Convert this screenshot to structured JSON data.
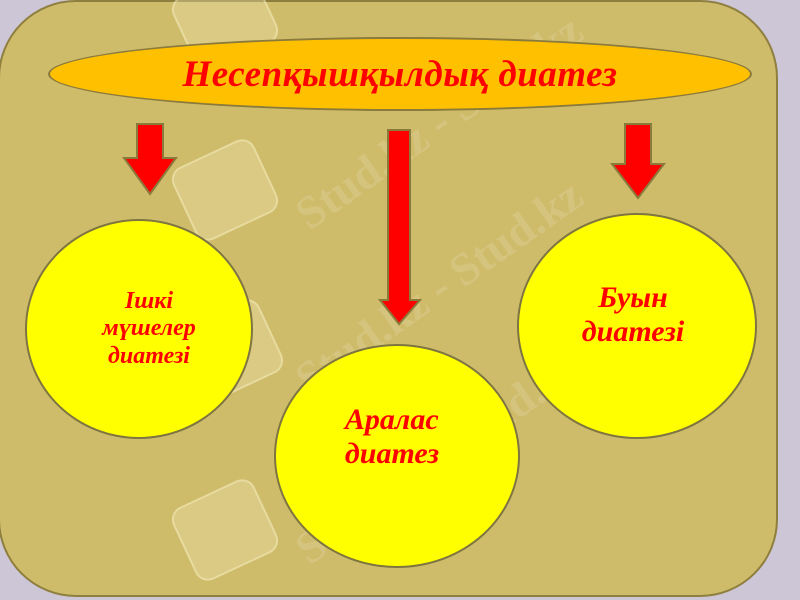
{
  "diagram": {
    "title": "Несепқышқылдық диатез",
    "branches": [
      {
        "label_lines": [
          "Ішкі",
          "мүшелер",
          "диатезі"
        ]
      },
      {
        "label_lines": [
          "Аралас",
          "диатез"
        ]
      },
      {
        "label_lines": [
          "Буын",
          "диатезі"
        ]
      }
    ]
  },
  "watermark": {
    "text": "Stud.kz - Stud.kz"
  },
  "colors": {
    "background": "#CCC6D6",
    "panel": "#CFBC6B",
    "title_oval": "#FFC000",
    "circle_fill": "#FFFF00",
    "text": "#FF0000",
    "arrow": "#FF0000"
  }
}
